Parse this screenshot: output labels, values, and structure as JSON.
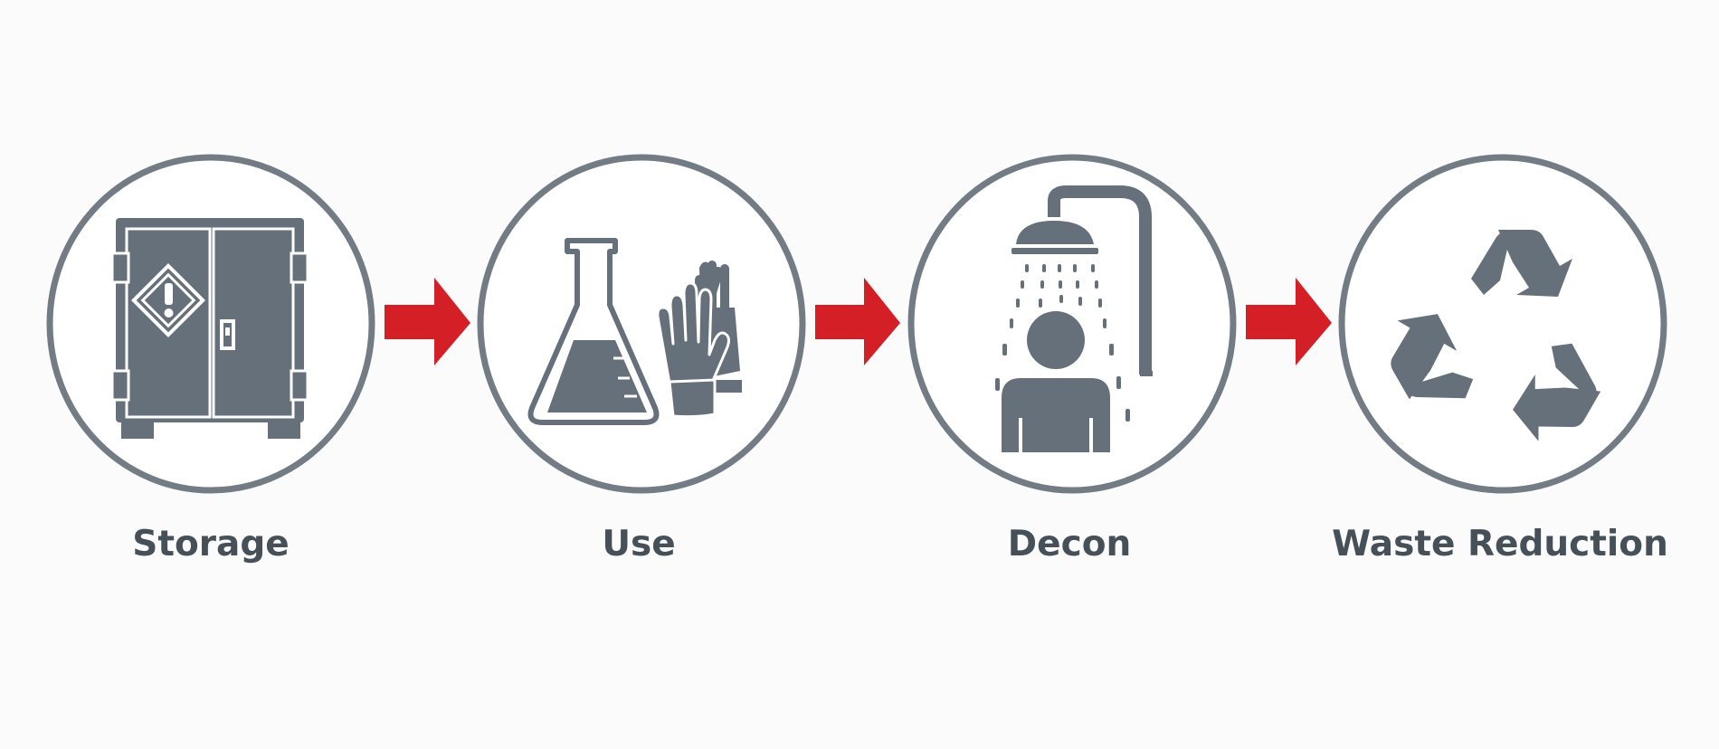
{
  "steps": [
    {
      "label": "Storage",
      "icon": "hazmat-cabinet-icon"
    },
    {
      "label": "Use",
      "icon": "flask-and-gloves-icon"
    },
    {
      "label": "Decon",
      "icon": "safety-shower-icon"
    },
    {
      "label": "Waste Reduction",
      "icon": "recycle-icon"
    }
  ],
  "colors": {
    "icon": "#66707a",
    "circle_stroke": "#737c85",
    "arrow": "#d41f26",
    "label": "#465058",
    "background": "#fbfbfb"
  }
}
